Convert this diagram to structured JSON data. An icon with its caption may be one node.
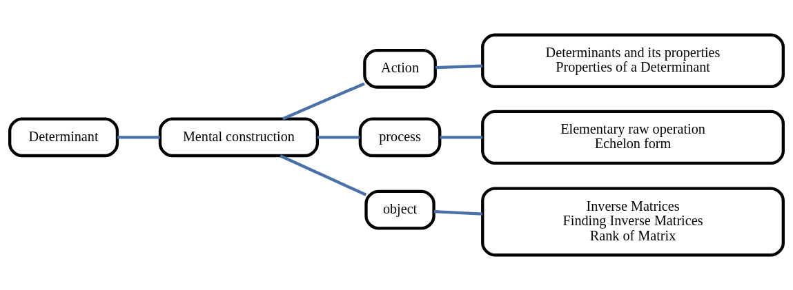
{
  "diagram": {
    "nodes": [
      {
        "text": [
          "Determinant"
        ]
      },
      {
        "text": [
          "Mental construction"
        ]
      },
      {
        "text": [
          "Action"
        ]
      },
      {
        "text": [
          "process"
        ]
      },
      {
        "text": [
          "object"
        ]
      },
      {
        "text": [
          "Determinants and its properties",
          "Properties of a Determinant"
        ]
      },
      {
        "text": [
          "Elementary raw operation",
          "Echelon form"
        ]
      },
      {
        "text": [
          "Inverse Matrices",
          "Finding Inverse Matrices",
          "Rank of Matrix"
        ]
      }
    ],
    "edges": [
      {
        "from": 0,
        "to": 1,
        "arrow": "none"
      },
      {
        "from": 1,
        "to": 2,
        "arrow": "none"
      },
      {
        "from": 1,
        "to": 3,
        "arrow": "none"
      },
      {
        "from": 1,
        "to": 4,
        "arrow": "none"
      },
      {
        "from": 2,
        "to": 5,
        "arrow": "none"
      },
      {
        "from": 3,
        "to": 6,
        "arrow": "none"
      },
      {
        "from": 4,
        "to": 7,
        "arrow": "none"
      }
    ]
  }
}
